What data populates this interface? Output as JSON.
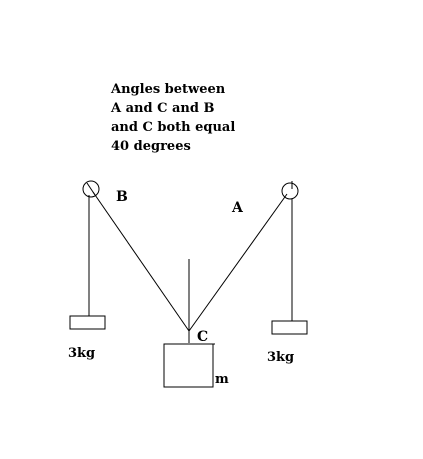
{
  "note": {
    "lines": [
      "Angles between",
      "A and C and B",
      "and C both equal",
      "40 degrees"
    ]
  },
  "labels": {
    "a": "A",
    "b": "B",
    "c": "C",
    "m": "m",
    "left_mass": "3kg",
    "right_mass": "3kg"
  }
}
